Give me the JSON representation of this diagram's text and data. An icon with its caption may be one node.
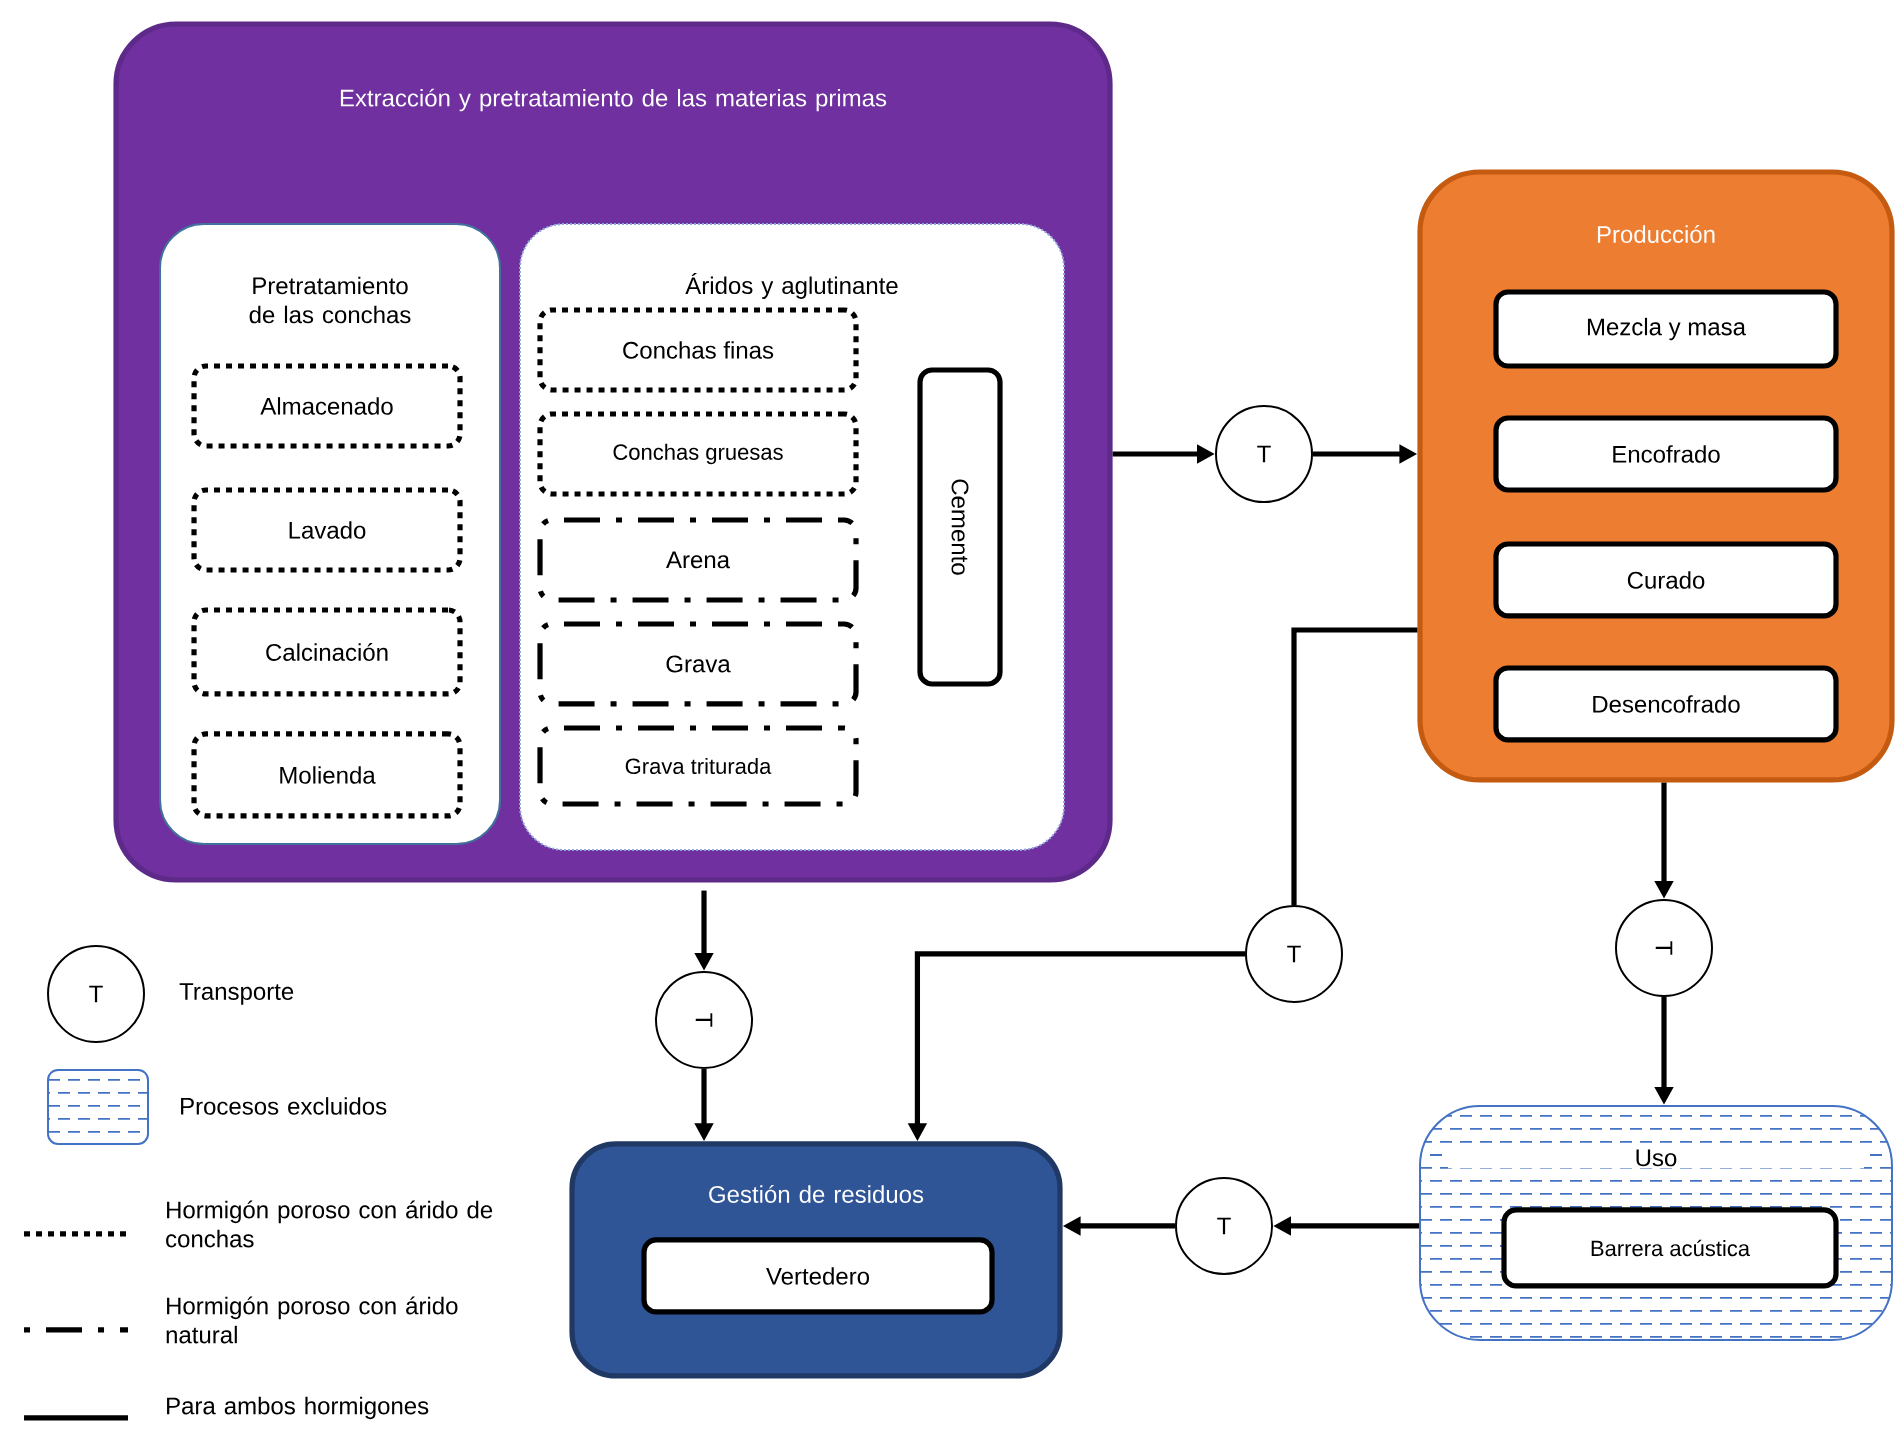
{
  "diagram": {
    "nodes": [
      {
        "text": [
          "Extracción y pretratamiento de las materias primas"
        ]
      },
      {
        "text": [
          "Pretratamiento de las conchas"
        ],
        "in": 0
      },
      {
        "text": [
          "Almacenado"
        ],
        "in": 1
      },
      {
        "text": [
          "Lavado"
        ],
        "in": 1
      },
      {
        "text": [
          "Calcinación"
        ],
        "in": 1
      },
      {
        "text": [
          "Molienda"
        ],
        "in": 1
      },
      {
        "text": [
          "Áridos y aglutinante"
        ],
        "in": 0
      },
      {
        "text": [
          "Conchas finas"
        ],
        "in": 6
      },
      {
        "text": [
          "Conchas gruesas"
        ],
        "in": 6
      },
      {
        "text": [
          "Arena"
        ],
        "in": 6
      },
      {
        "text": [
          "Grava"
        ],
        "in": 6
      },
      {
        "text": [
          "Grava triturada"
        ],
        "in": 6
      },
      {
        "text": [
          "Cemento"
        ],
        "in": 6
      },
      {
        "text": [
          "T"
        ]
      },
      {
        "text": [
          "Producción"
        ]
      },
      {
        "text": [
          "Mezcla y masa"
        ],
        "in": 14
      },
      {
        "text": [
          "Encofrado"
        ],
        "in": 14
      },
      {
        "text": [
          "Curado"
        ],
        "in": 14
      },
      {
        "text": [
          "Desencofrado"
        ],
        "in": 14
      },
      {
        "text": [
          "T"
        ]
      },
      {
        "text": [
          "T"
        ]
      },
      {
        "text": [
          "T"
        ]
      },
      {
        "text": [
          "Gestión de residuos"
        ]
      },
      {
        "text": [
          "Vertedero"
        ],
        "in": 22
      },
      {
        "text": [
          "Uso"
        ]
      },
      {
        "text": [
          "Barrera acústica"
        ],
        "in": 24
      },
      {
        "text": [
          "T"
        ]
      }
    ],
    "edges": [
      {
        "from": 0,
        "to": 13,
        "arrow": "to"
      },
      {
        "from": 13,
        "to": 14,
        "arrow": "to"
      },
      {
        "from": 14,
        "to": 20,
        "arrow": "none"
      },
      {
        "from": 20,
        "to": 22,
        "arrow": "to"
      },
      {
        "from": 14,
        "to": 19,
        "arrow": "to"
      },
      {
        "from": 19,
        "to": 24,
        "arrow": "to"
      },
      {
        "from": 0,
        "to": 21,
        "arrow": "to"
      },
      {
        "from": 21,
        "to": 22,
        "arrow": "to"
      },
      {
        "from": 24,
        "to": 26,
        "arrow": "to"
      },
      {
        "from": 26,
        "to": 22,
        "arrow": "to"
      }
    ],
    "labels": [
      "T"
    ],
    "legend": [
      {
        "text": "Transporte"
      },
      {
        "text": "Procesos excluidos"
      },
      {
        "text": "Hormigón poroso con árido de conchas"
      },
      {
        "text": "Hormigón poroso con árido natural"
      },
      {
        "text": "Para ambos hormigones"
      }
    ]
  }
}
